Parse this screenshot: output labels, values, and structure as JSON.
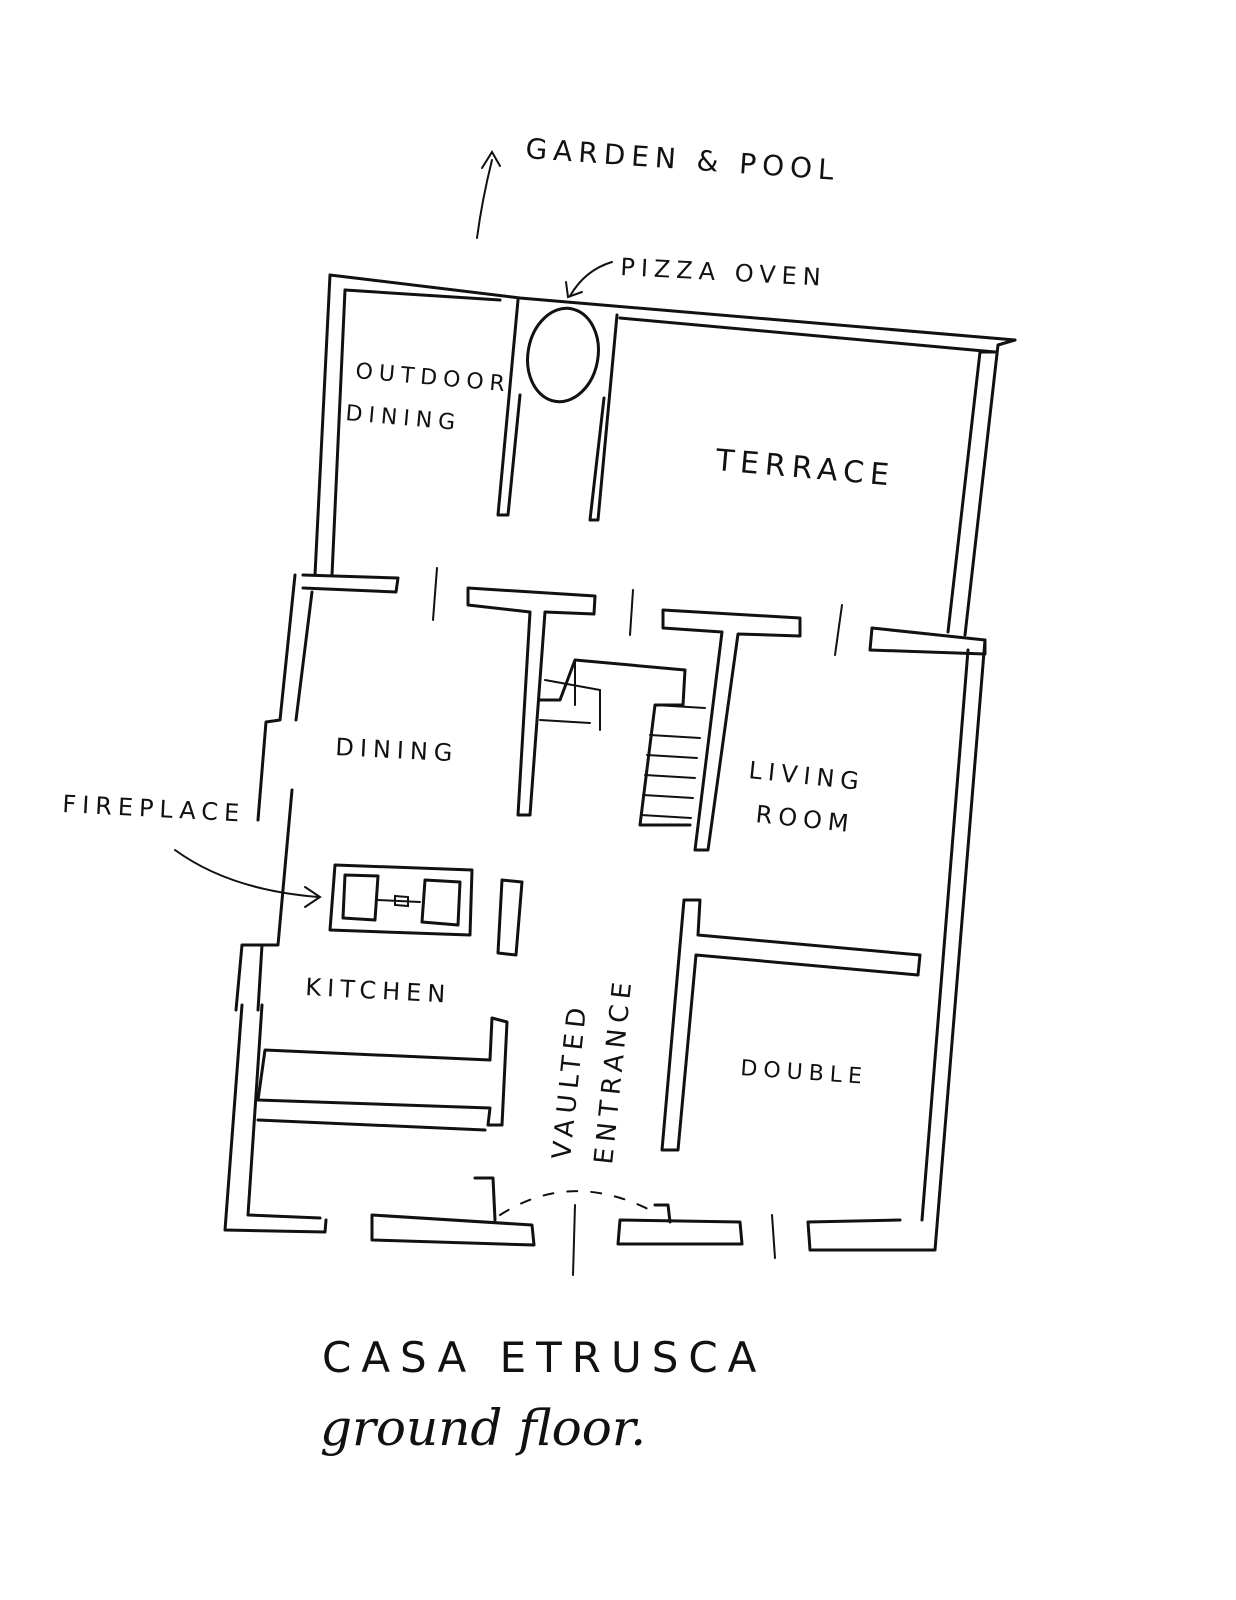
{
  "labels": {
    "garden_pool": "GARDEN & POOL",
    "pizza_oven": "PIZZA OVEN",
    "outdoor": "OUTDOOR",
    "dining_outdoor": "DINING",
    "terrace": "TERRACE",
    "dining": "DINING",
    "living": "LIVING",
    "room": "ROOM",
    "fireplace": "FIREPLACE",
    "kitchen": "KITCHEN",
    "vaulted": "VAULTED",
    "entrance": "ENTRANCE",
    "double": "DOUBLE"
  },
  "title": {
    "name": "CASA ETRUSCA",
    "subtitle": "ground floor."
  },
  "colors": {
    "ink": "#111111",
    "paper": "#ffffff"
  }
}
